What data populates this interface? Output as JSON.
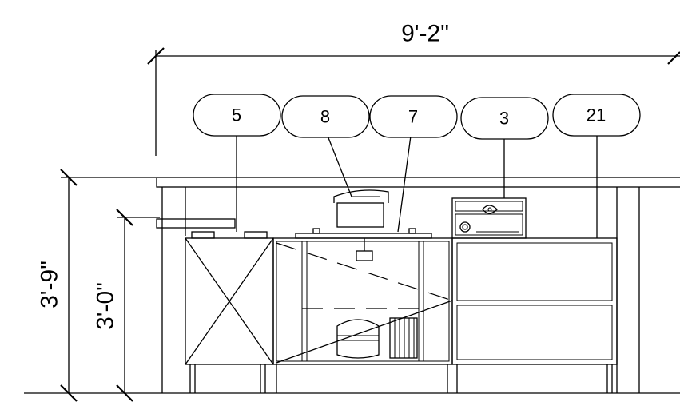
{
  "dimensions": {
    "overall_width": "9'-2\"",
    "backsplash_height": "3'-9\"",
    "counter_height": "3'-0\""
  },
  "equipment_tags": [
    {
      "label": "5"
    },
    {
      "label": "8"
    },
    {
      "label": "7"
    },
    {
      "label": "3"
    },
    {
      "label": "21"
    }
  ]
}
